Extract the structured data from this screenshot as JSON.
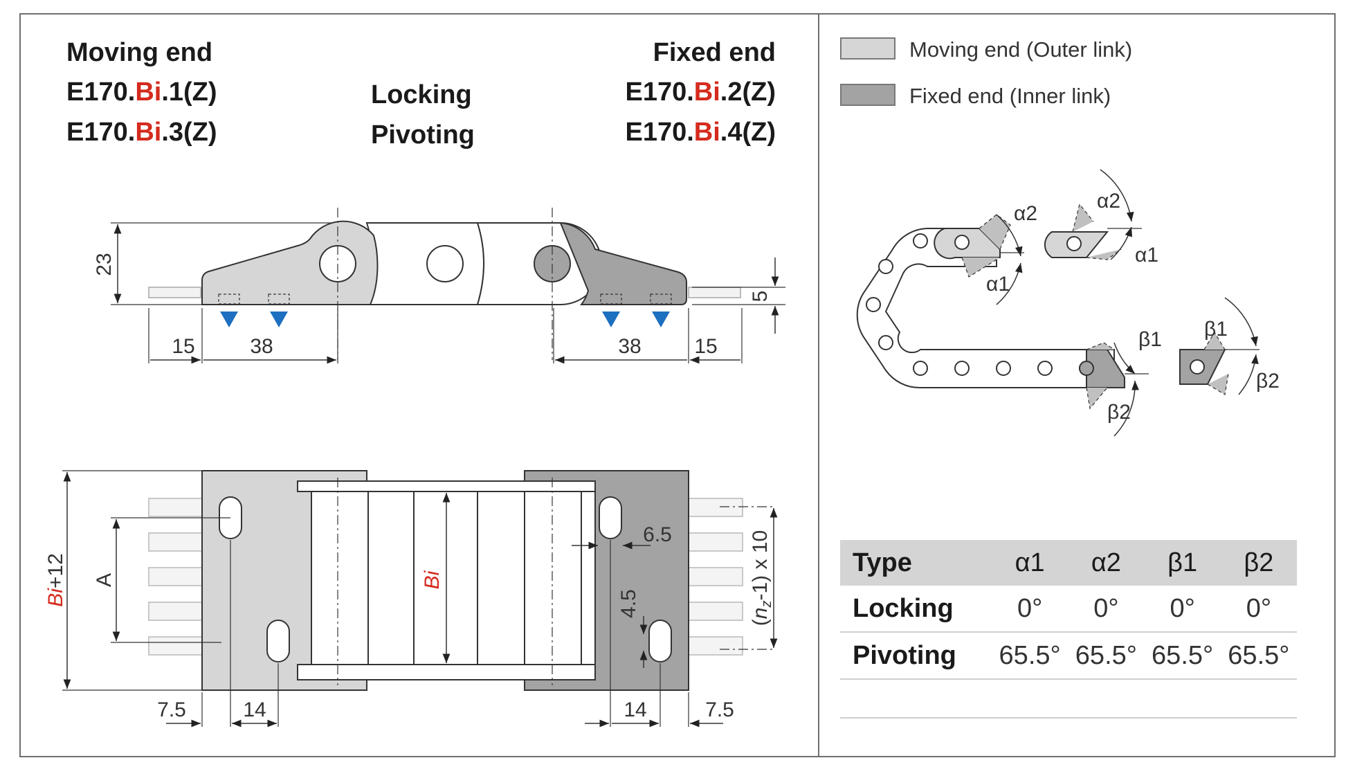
{
  "header": {
    "moving_end_title": "Moving end",
    "moving_end_line1": {
      "prefix": "E170.",
      "bi": "Bi",
      "suffix": ".1(Z)"
    },
    "moving_end_line2": {
      "prefix": "E170.",
      "bi": "Bi",
      "suffix": ".3(Z)"
    },
    "locking": "Locking",
    "pivoting": "Pivoting",
    "fixed_end_title": "Fixed end",
    "fixed_end_line1": {
      "prefix": "E170.",
      "bi": "Bi",
      "suffix": ".2(Z)"
    },
    "fixed_end_line2": {
      "prefix": "E170.",
      "bi": "Bi",
      "suffix": ".4(Z)"
    }
  },
  "legend": [
    {
      "label": "Moving end (Outer link)",
      "color": "#d6d6d6"
    },
    {
      "label": "Fixed end (Inner link)",
      "color": "#a3a3a3"
    }
  ],
  "side_view": {
    "dim_height": "23",
    "dim_left_offset": "15",
    "dim_left_span": "38",
    "dim_right_span": "38",
    "dim_right_offset": "15",
    "dim_small_height": "5"
  },
  "top_view": {
    "dim_total_width_var": "Bi",
    "dim_total_width_add": "+12",
    "dim_A": "A",
    "dim_inner_width": "Bi",
    "dim_slot_width": "6.5",
    "dim_slot_height": "4.5",
    "dim_pitch_pre": "(",
    "dim_pitch_var": "n",
    "dim_pitch_sub": "z",
    "dim_pitch_post": "-1) x 10",
    "dim_left_edge": "7.5",
    "dim_left_hole": "14",
    "dim_right_hole": "14",
    "dim_right_edge": "7.5"
  },
  "angle_labels": {
    "alpha1": "α1",
    "alpha2": "α2",
    "beta1": "β1",
    "beta2": "β2"
  },
  "table": {
    "headers": [
      "Type",
      "α1",
      "α2",
      "β1",
      "β2"
    ],
    "rows": [
      [
        "Locking",
        "0°",
        "0°",
        "0°",
        "0°"
      ],
      [
        "Pivoting",
        "65.5°",
        "65.5°",
        "65.5°",
        "65.5°"
      ]
    ]
  },
  "colors": {
    "outer_link": "#d6d6d6",
    "inner_link": "#a3a3a3",
    "accent_red": "#d52b1e",
    "arrow_blue": "#1d6fbf"
  }
}
